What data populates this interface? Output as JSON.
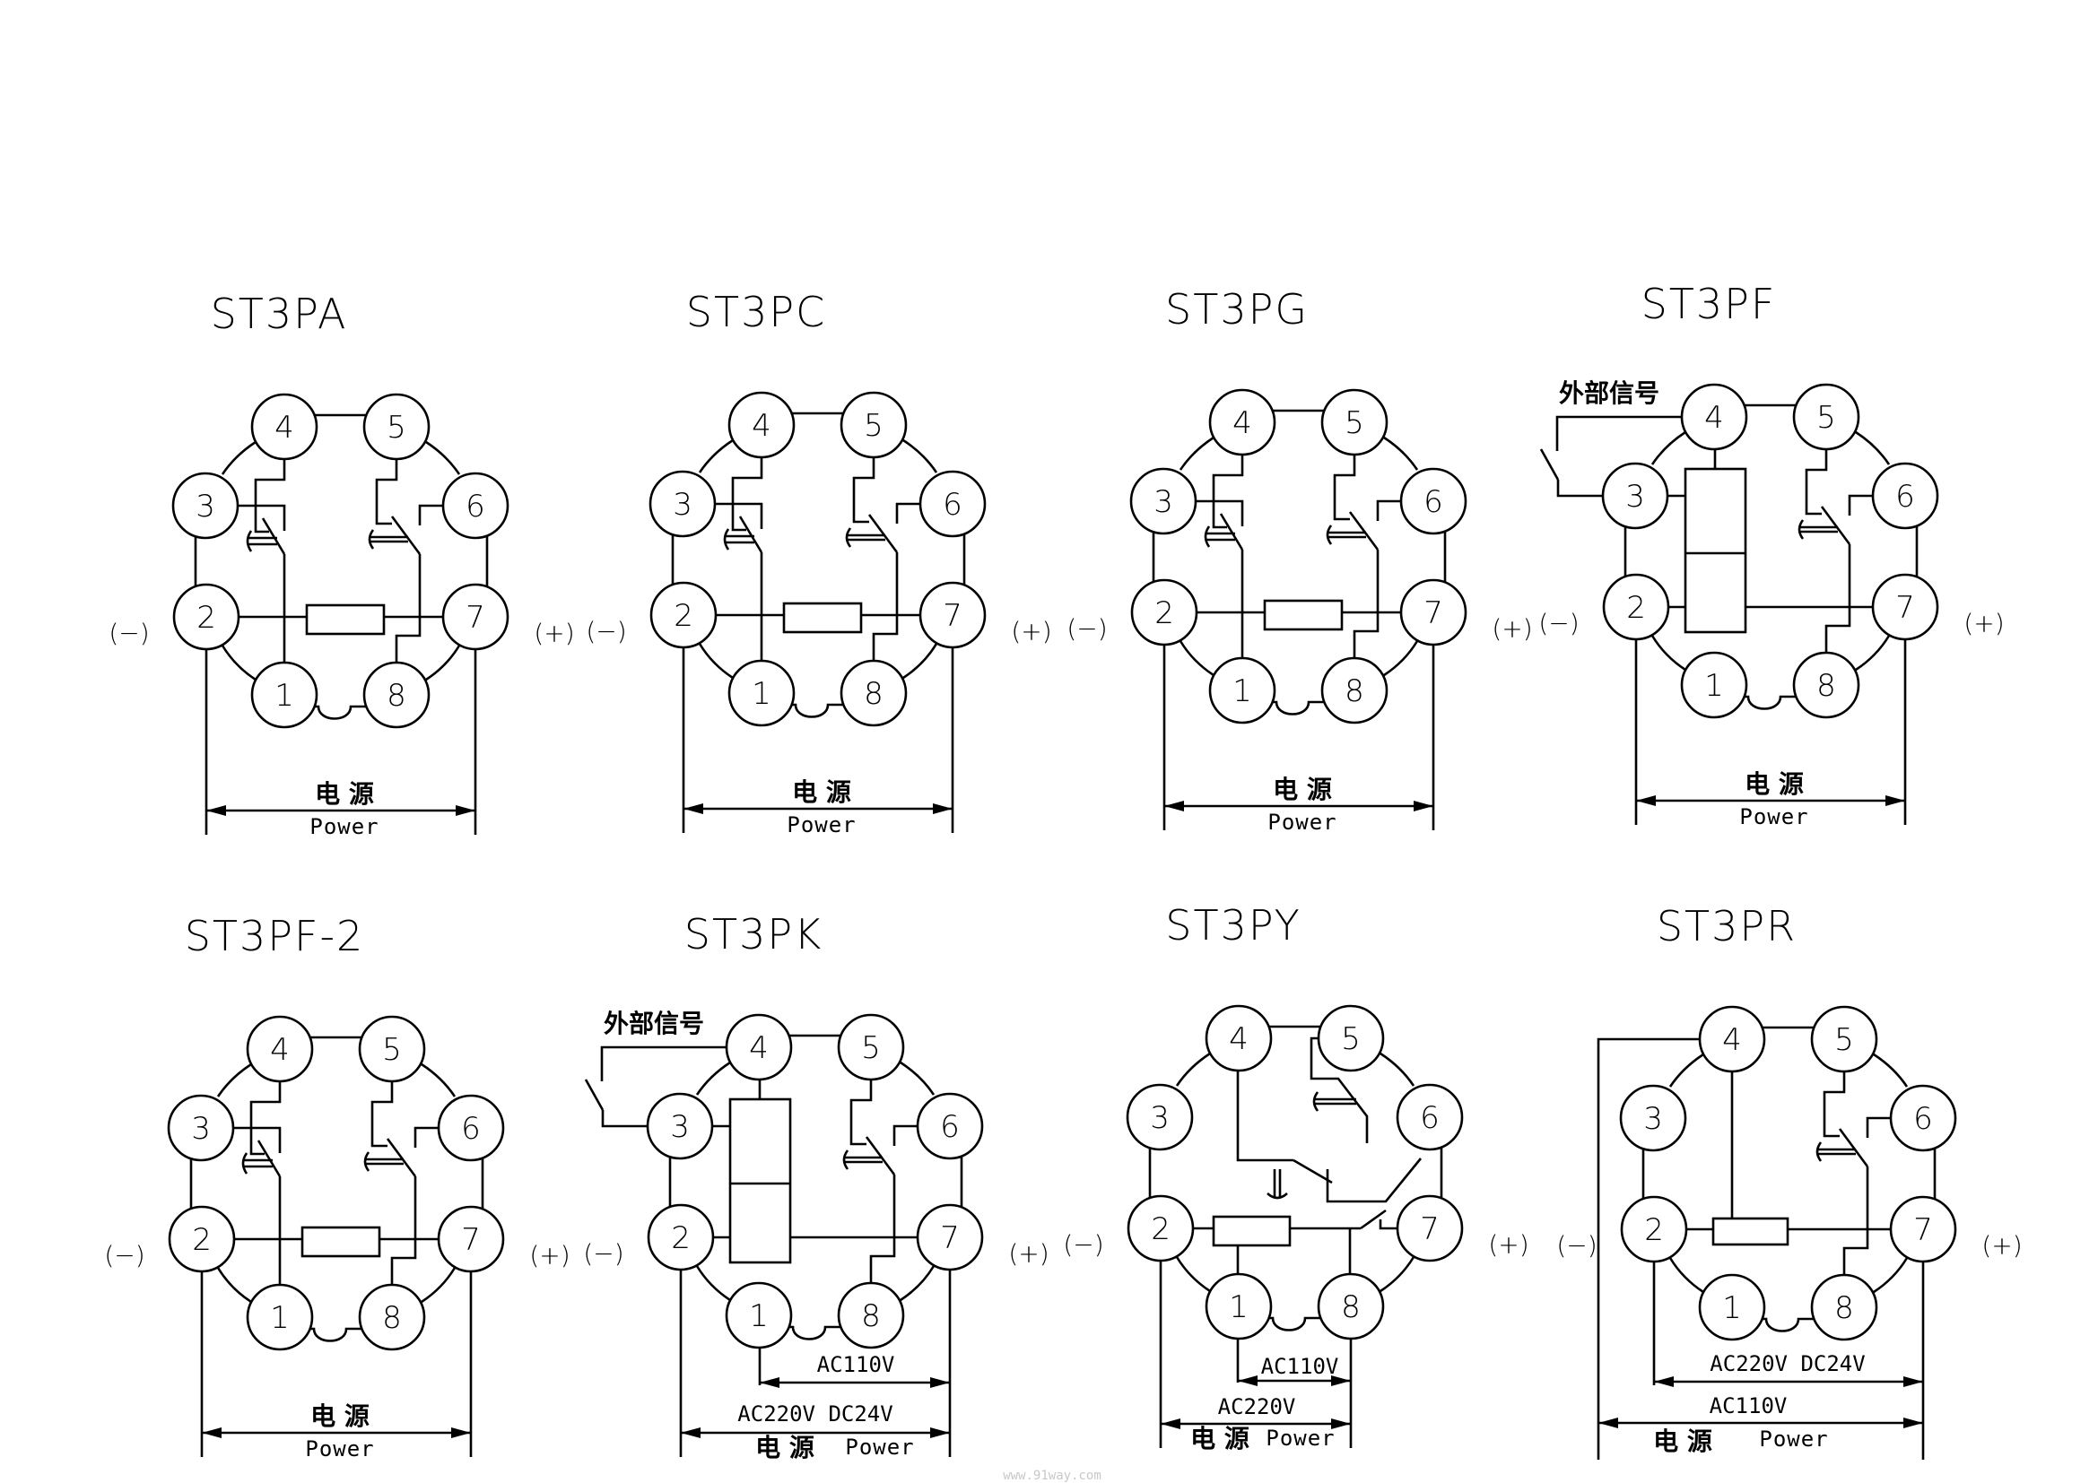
{
  "sheet": {
    "watermark": "www.91way.com"
  },
  "common": {
    "pins": [
      "1",
      "2",
      "3",
      "4",
      "5",
      "6",
      "7",
      "8"
    ],
    "minus": "(−)",
    "plus": "(+)"
  },
  "diagrams": [
    {
      "title": "ST3PA",
      "type": "standard",
      "power_cn": "电 源",
      "power_en": "Power"
    },
    {
      "title": "ST3PC",
      "type": "standard",
      "power_cn": "电 源",
      "power_en": "Power"
    },
    {
      "title": "ST3PG",
      "type": "standard",
      "power_cn": "电 源",
      "power_en": "Power"
    },
    {
      "title": "ST3PF",
      "type": "external-signal",
      "ext_signal": "外部信号",
      "power_cn": "电 源",
      "power_en": "Power"
    },
    {
      "title": "ST3PF-2",
      "type": "standard",
      "power_cn": "电 源",
      "power_en": "Power"
    },
    {
      "title": "ST3PK",
      "type": "external-signal-multi-voltage",
      "ext_signal": "外部信号",
      "volt_a": "AC110V",
      "volt_b": "AC220V  DC24V",
      "power_cn": "电 源",
      "power_en": "Power"
    },
    {
      "title": "ST3PY",
      "type": "star-delta",
      "volt_a": "AC110V",
      "volt_b": "AC220V",
      "power_cn": "电 源",
      "power_en": "Power"
    },
    {
      "title": "ST3PR",
      "type": "multi-voltage",
      "volt_a": "AC220V  DC24V",
      "volt_b": "AC110V",
      "power_cn": "电 源",
      "power_en": "Power"
    }
  ]
}
